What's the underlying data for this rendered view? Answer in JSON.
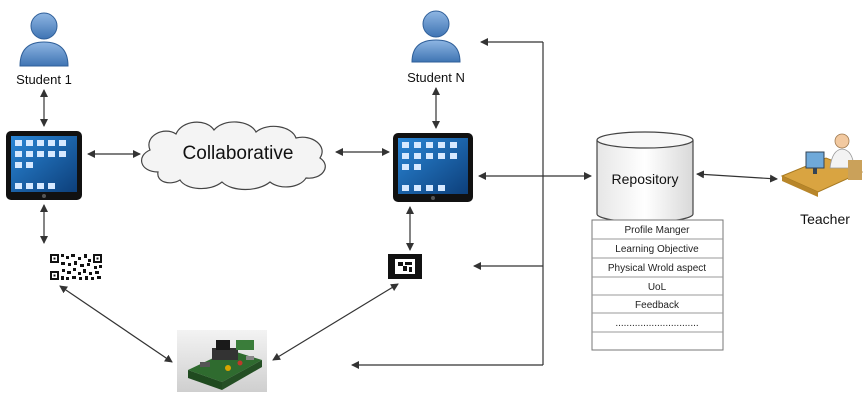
{
  "labels": {
    "student1": "Student 1",
    "studentN": "Student N",
    "collaborative": "Collaborative",
    "repository": "Repository",
    "teacher": "Teacher"
  },
  "repository_table": [
    "Profile Manger",
    "Learning Objective",
    "Physical Wrold aspect",
    "UoL",
    "Feedback",
    "..............................",
    ""
  ],
  "colors": {
    "person": "#5b8fc9",
    "arrow": "#333333",
    "cloud_fill": "#f4f4f4",
    "table_border": "#777777",
    "tablet_body": "#111111",
    "tablet_screen": "#1f6fb8"
  },
  "icons": {
    "student1_avatar": "person-icon",
    "studentN_avatar": "person-icon",
    "tablet1": "tablet-icon",
    "tabletN": "tablet-icon",
    "qr": "qr-code-icon",
    "marker": "ar-marker-icon",
    "board": "circuit-board-icon",
    "teacher": "teacher-at-desk-icon",
    "repository": "database-cylinder-icon"
  }
}
